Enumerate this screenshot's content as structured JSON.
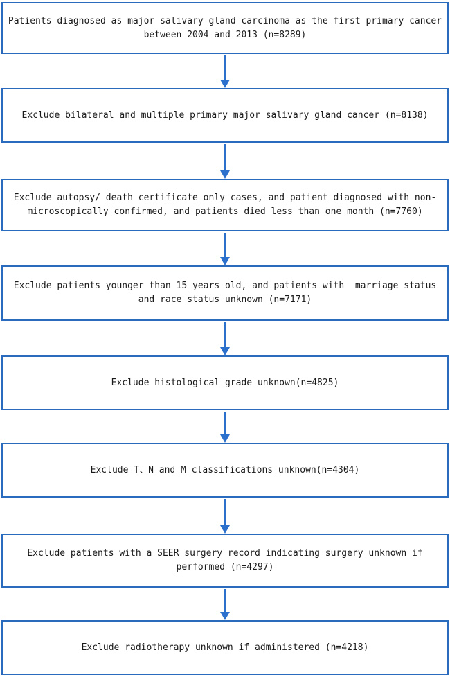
{
  "figure": {
    "kind": "patient-selection-flowchart",
    "direction": "top-down",
    "colors": {
      "box_border": "#2a6bbd",
      "arrow": "#2b70cc",
      "text": "#1a1a1a",
      "background": "#ffffff"
    },
    "boxes": [
      {
        "step": 1,
        "n": 8289,
        "text": "Patients diagnosed as major salivary gland carcinoma as the first primary cancer\nbetween 2004 and 2013 (n=8289)"
      },
      {
        "step": 2,
        "n": 8138,
        "text": "Exclude bilateral and multiple primary major salivary gland cancer (n=8138)"
      },
      {
        "step": 3,
        "n": 7760,
        "text": "Exclude autopsy/ death certificate only cases, and patient diagnosed with non-\nmicroscopically confirmed, and patients died less than one month (n=7760)"
      },
      {
        "step": 4,
        "n": 7171,
        "text": "Exclude patients younger than 15 years old, and patients with  marriage status\nand race status unknown (n=7171)"
      },
      {
        "step": 5,
        "n": 4825,
        "text": "Exclude histological grade unknown(n=4825)"
      },
      {
        "step": 6,
        "n": 4304,
        "text": "Exclude T、N and M classifications unknown(n=4304)"
      },
      {
        "step": 7,
        "n": 4297,
        "text": "Exclude patients with a SEER surgery record indicating surgery unknown if\nperformed (n=4297)"
      },
      {
        "step": 8,
        "n": 4218,
        "text": "Exclude radiotherapy unknown if administered (n=4218)"
      }
    ]
  }
}
